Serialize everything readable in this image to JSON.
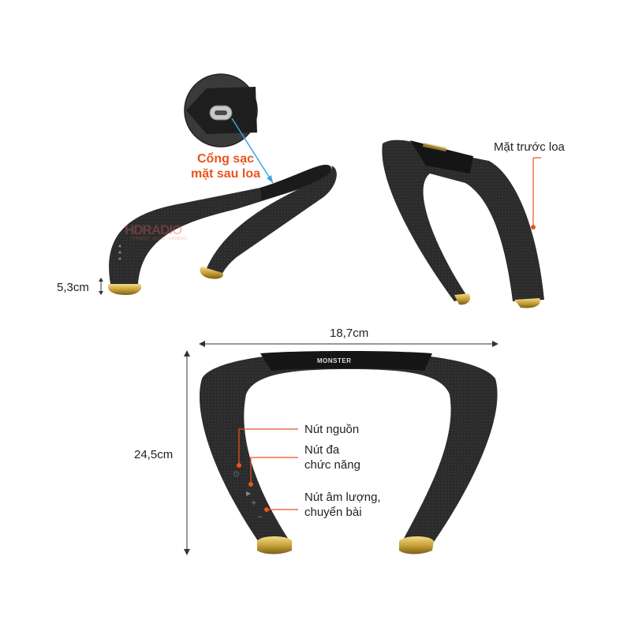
{
  "labels": {
    "charge_port_line1": "Cổng sạc",
    "charge_port_line2": "mặt sau loa",
    "speaker_front": "Mặt trước loa",
    "height_dim": "5,3cm",
    "width_dim": "18,7cm",
    "length_dim": "24,5cm",
    "power_button": "Nút nguồn",
    "multi_button_line1": "Nút đa",
    "multi_button_line2": "chức năng",
    "volume_button_line1": "Nút âm lượng,",
    "volume_button_line2": "chuyển bài"
  },
  "device": {
    "brand_logo": "MONSTER",
    "watermark": "HDRADIO",
    "watermark_sub": "HDRADIO - AUDIO - KARAOKE"
  },
  "colors": {
    "accent": "#e9541f",
    "pointer_blue": "#3aa7de",
    "speaker_body": "#2b2b2b",
    "gold_tip": "#c9a23a"
  }
}
